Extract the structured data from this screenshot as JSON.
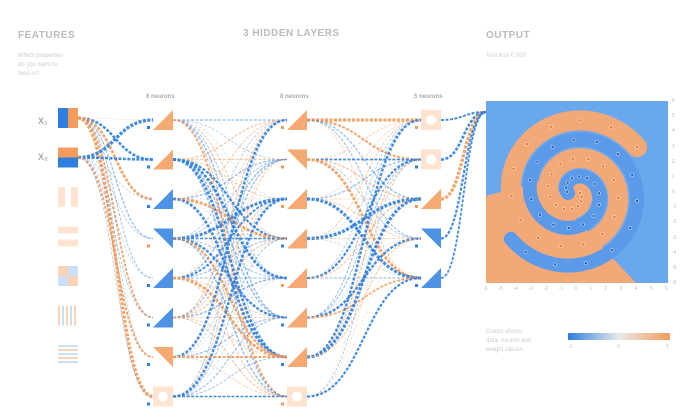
{
  "features": {
    "title": "FEATURES",
    "subtitle_lines": [
      "Which properties",
      "do you want to",
      "feed in?"
    ],
    "x1_label": "X₁",
    "x2_label": "X₂",
    "items": [
      "x1",
      "x2",
      "x1-squared",
      "x2-squared",
      "x1-times-x2",
      "sin-x1",
      "sin-x2"
    ]
  },
  "hidden": {
    "title": "3 HIDDEN LAYERS",
    "layers": [
      {
        "label": "8 neurons",
        "count": 8
      },
      {
        "label": "8 neurons",
        "count": 8
      },
      {
        "label": "5 neurons",
        "count": 5
      }
    ]
  },
  "output": {
    "title": "OUTPUT",
    "subtitle": "Test loss 0.003",
    "x_ticks": [
      "-6",
      "-5",
      "-4",
      "-3",
      "-2",
      "-1",
      "0",
      "1",
      "2",
      "3",
      "4",
      "5",
      "6"
    ],
    "y_ticks": [
      "6",
      "5",
      "4",
      "3",
      "2",
      "1",
      "0",
      "-1",
      "-2",
      "-3",
      "-4",
      "-5",
      "-6"
    ]
  },
  "legend": {
    "text_lines": [
      "Colors shows",
      "data, neuron and",
      "weight values."
    ],
    "scale_labels": [
      "-1",
      "0",
      "1"
    ],
    "colors": {
      "negative": "#f59b5b",
      "neutral": "#e8eaeb",
      "positive": "#2f7fe0"
    }
  }
}
